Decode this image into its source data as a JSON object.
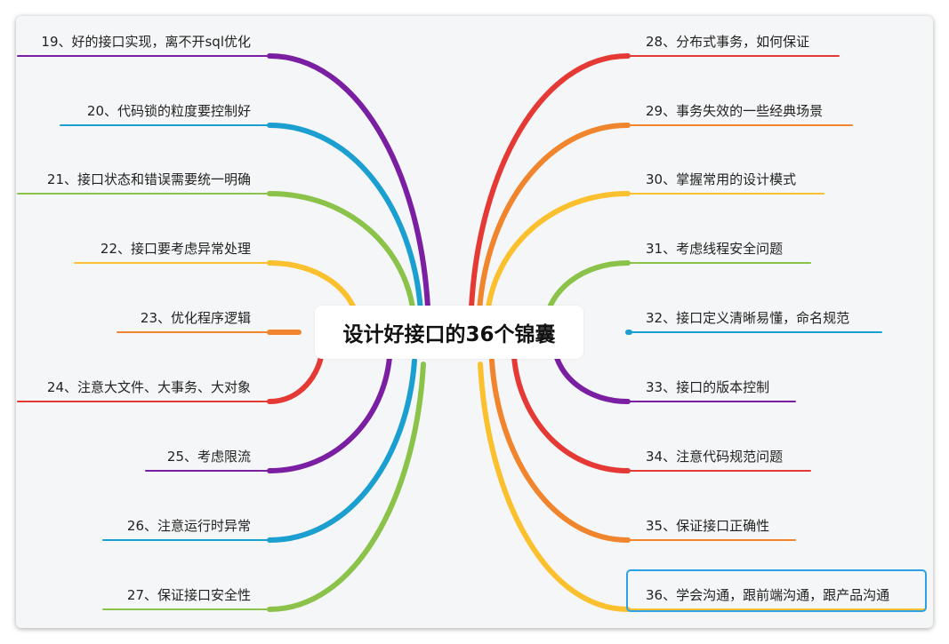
{
  "central_topic": "设计好接口的36个锦囊",
  "topics_left": [
    {
      "label": "19、好的接口实现，离不开sql优化",
      "color": "#7b1fa2"
    },
    {
      "label": "20、代码锁的粒度要控制好",
      "color": "#1a9fd0"
    },
    {
      "label": "21、接口状态和错误需要统一明确",
      "color": "#8bc34a"
    },
    {
      "label": "22、接口要考虑异常处理",
      "color": "#fbc02d"
    },
    {
      "label": "23、优化程序逻辑",
      "color": "#f0852d"
    },
    {
      "label": "24、注意大文件、大事务、大对象",
      "color": "#e53935"
    },
    {
      "label": "25、考虑限流",
      "color": "#7b1fa2"
    },
    {
      "label": "26、注意运行时异常",
      "color": "#1a9fd0"
    },
    {
      "label": "27、保证接口安全性",
      "color": "#8bc34a"
    }
  ],
  "topics_right": [
    {
      "label": "28、分布式事务，如何保证",
      "color": "#e53935"
    },
    {
      "label": "29、事务失效的一些经典场景",
      "color": "#f0852d"
    },
    {
      "label": "30、掌握常用的设计模式",
      "color": "#fbc02d"
    },
    {
      "label": "31、考虑线程安全问题",
      "color": "#8bc34a"
    },
    {
      "label": "32、接口定义清晰易懂，命名规范",
      "color": "#1a9fd0"
    },
    {
      "label": "33、接口的版本控制",
      "color": "#7b1fa2"
    },
    {
      "label": "34、注意代码规范问题",
      "color": "#e53935"
    },
    {
      "label": "35、保证接口正确性",
      "color": "#f0852d"
    },
    {
      "label": "36、学会沟通，跟前端沟通，跟产品沟通",
      "color": "#fbc02d"
    }
  ],
  "selected_topic_index_right": 8,
  "selection_color": "#2ea0e6"
}
